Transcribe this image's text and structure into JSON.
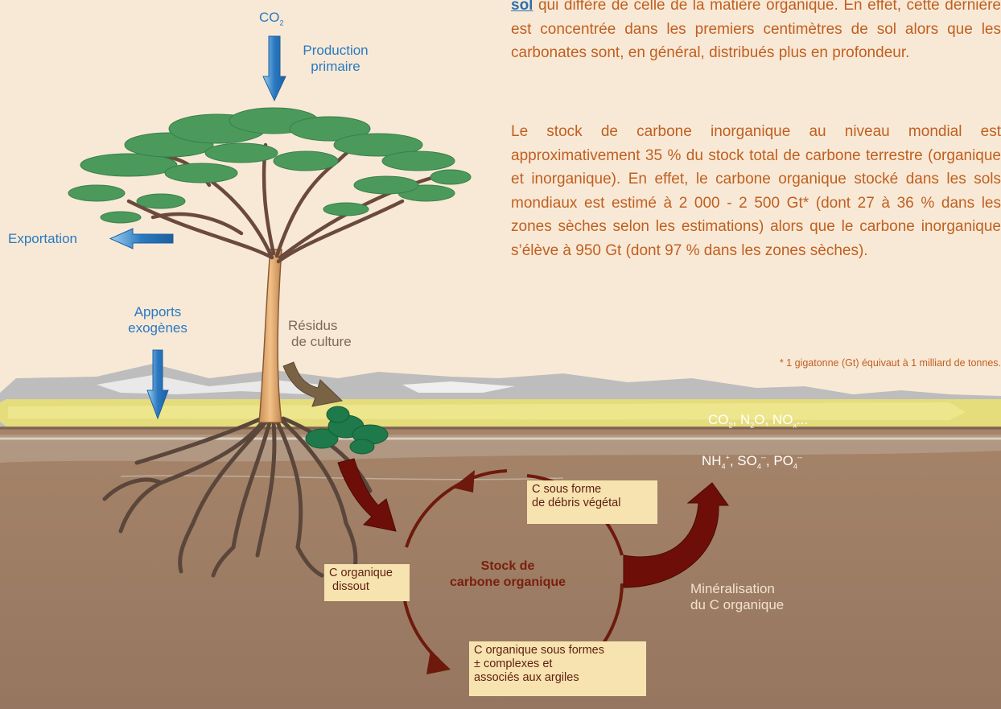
{
  "colors": {
    "background": "#f8e9d6",
    "soil": "#9b7c63",
    "topsoil_band": "#e7dd78",
    "grey_layer": "#bdbdbd",
    "leaf": "#4b9a5c",
    "text_orange": "#c05f20",
    "arrow_blue": "#2a79c1",
    "cycle_red": "#6d1a0c"
  },
  "paragraph": {
    "line1_link": "sol",
    "line1_rest": " qui diffère de celle de la matière organique. En effet, cette dernière est concentrée dans les premiers centimètres de sol alors que les carbonates sont, en général, distribués plus en profondeur.",
    "second": "Le stock de carbone inorganique au niveau mondial est approximativement 35 % du stock total de carbone terrestre (organique et inorganique). En effet, le carbone organique stocké dans les sols mondiaux est estimé à 2 000 - 2 500 Gt* (dont 27 à 36 % dans les zones sèches selon les estimations) alors que le carbone inorganique s’élève à 950 Gt (dont 97 % dans les zones sèches).",
    "footnote": "* 1 gigatonne (Gt) équivaut à 1 milliard de tonnes."
  },
  "labels": {
    "co2_top": "CO",
    "co2_top_sub": "2",
    "production_1": "Production",
    "production_2": "primaire",
    "exportation": "Exportation",
    "apports_1": "Apports",
    "apports_2": "exogènes",
    "residus_1": "Résidus",
    "residus_2": "de culture",
    "gases_line1": "CO2, N2O, NOx...",
    "gases_line2": "NH4+, SO4--, PO4--",
    "debris_1": "C sous forme",
    "debris_2": "de débris végétal",
    "dissous_1": "C organique",
    "dissous_2": "dissout",
    "stock_1": "Stock de",
    "stock_2": "carbone organique",
    "complexes_1": "C organique sous formes",
    "complexes_2": "± complexes et",
    "complexes_3": "associés aux argiles",
    "mineral_1": "Minéralisation",
    "mineral_2": "du C organique"
  }
}
